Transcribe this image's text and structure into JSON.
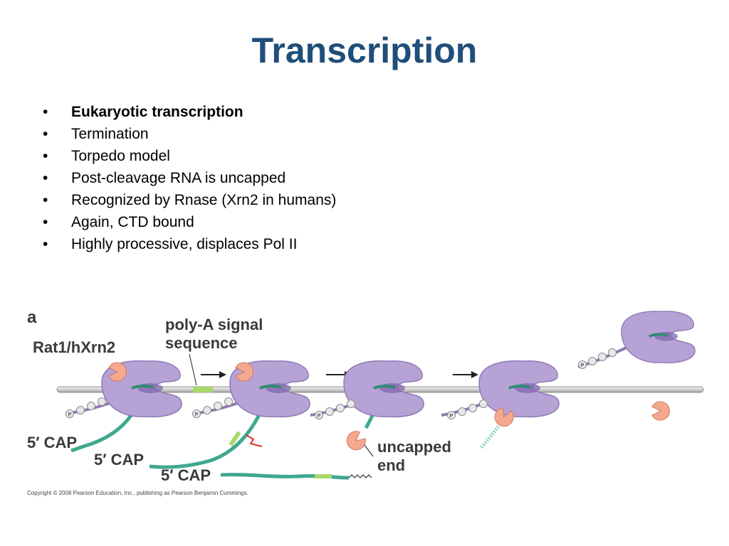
{
  "slide": {
    "title": "Transcription"
  },
  "bullets": [
    {
      "text": "Eukaryotic transcription",
      "bold": true
    },
    {
      "text": "Termination",
      "bold": false
    },
    {
      "text": "Torpedo model",
      "bold": false
    },
    {
      "text": "Post-cleavage RNA is uncapped",
      "bold": false
    },
    {
      "text": "Recognized by Rnase (Xrn2 in humans)",
      "bold": false
    },
    {
      "text": "Again, CTD bound",
      "bold": false
    },
    {
      "text": "Highly processive, displaces Pol II",
      "bold": false
    }
  ],
  "bullet_marker": "•",
  "figure": {
    "panel_label": "a",
    "enzyme_label": "Rat1/hXrn2",
    "signal_label_line1": "poly-A signal",
    "signal_label_line2": "sequence",
    "cap_labels": [
      "5′ CAP",
      "5′ CAP",
      "5′ CAP"
    ],
    "phospho_letter": "P",
    "uncapped_line1": "uncapped",
    "uncapped_line2": "end",
    "copyright": "Copyright © 2008 Pearson Education, Inc., publishing as Pearson Benjamin Cummings.",
    "colors": {
      "polymerase": "#b7a2d6",
      "polymerase_edge": "#8e79b5",
      "exonuclease": "#f4a98e",
      "rna": "#3fa88f",
      "poly_a_signal": "#a8d86a",
      "dna": "#d9d9d9",
      "title": "#1f4e79"
    }
  }
}
